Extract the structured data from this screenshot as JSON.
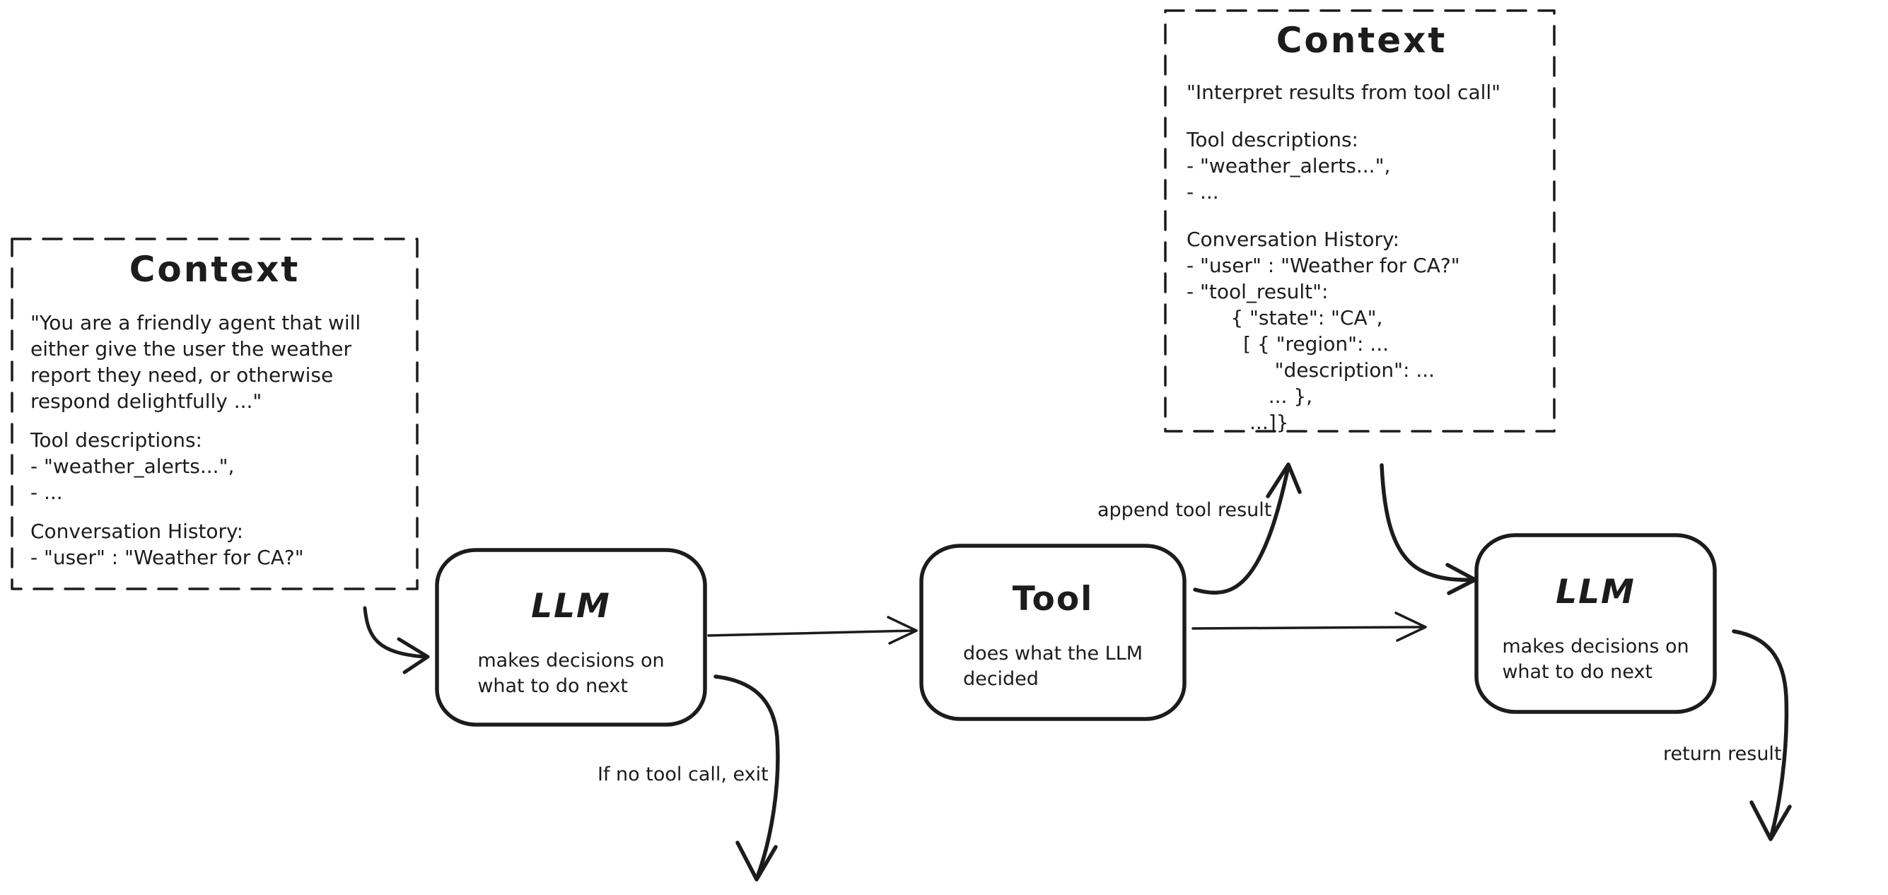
{
  "canvas": {
    "background": "#ffffff",
    "ink": "#1c1c1c"
  },
  "boxes": {
    "context_initial": {
      "title": "Context",
      "system_prompt": "\"You are a friendly agent that will\neither give the user the weather\nreport they need, or otherwise\nrespond delightfully ...\"",
      "tool_descriptions": "Tool descriptions:\n- \"weather_alerts...\",\n- ...",
      "conversation_history": "Conversation History:\n- \"user\" : \"Weather for CA?\""
    },
    "context_updated": {
      "title": "Context",
      "system_prompt": "\"Interpret results from tool call\"",
      "tool_descriptions": "Tool descriptions:\n- \"weather_alerts...\",\n- ...",
      "conversation_history": "Conversation History:\n- \"user\" : \"Weather for CA?\"\n- \"tool_result\":\n       { \"state\": \"CA\",\n         [ { \"region\": ...\n              \"description\": ...\n             ... },\n          ...]}"
    },
    "llm_first": {
      "title": "LLM",
      "description": "makes decisions on\nwhat to do next"
    },
    "tool": {
      "title": "Tool",
      "description": "does what the LLM\ndecided"
    },
    "llm_second": {
      "title": "LLM",
      "description": "makes decisions on\nwhat to do next"
    }
  },
  "edge_labels": {
    "append_tool_result": "append tool result",
    "no_tool_call_exit": "If no tool call, exit",
    "return_result": "return result"
  }
}
